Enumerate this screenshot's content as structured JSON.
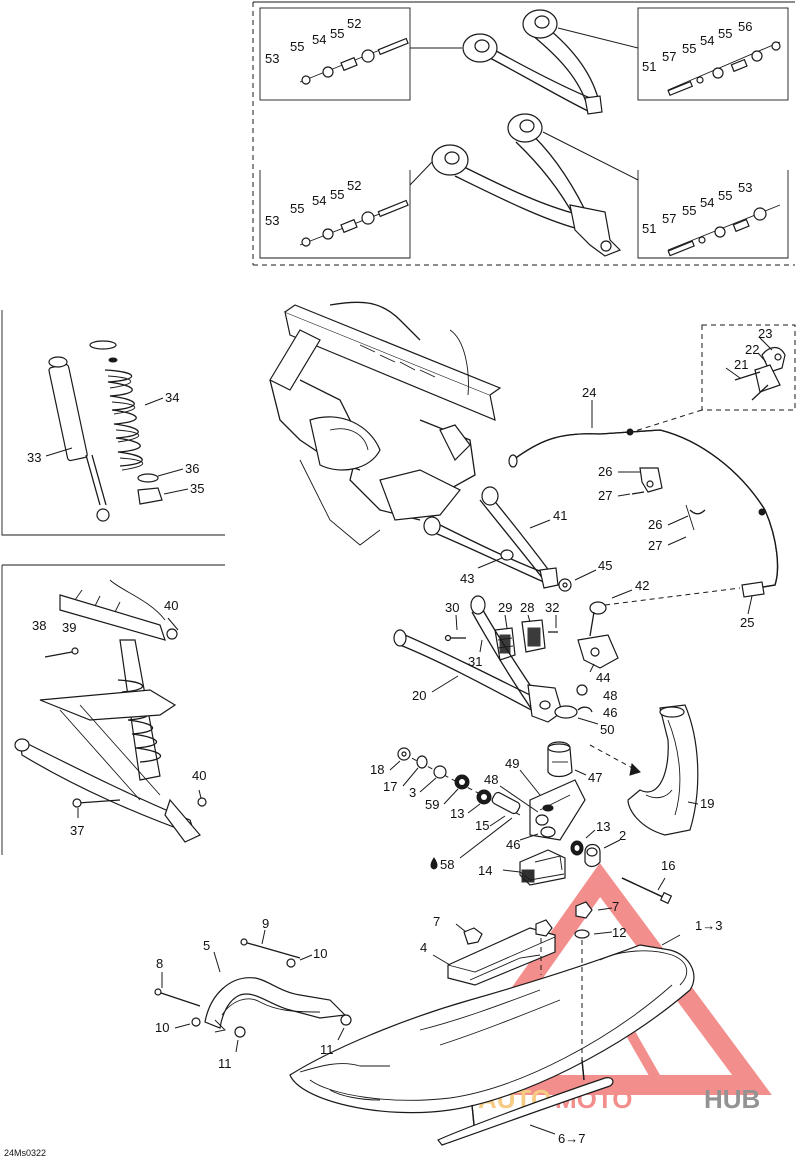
{
  "diagram_code": "24Ms0322",
  "watermark": {
    "text_a": "AUTO",
    "text_b": "MOTO",
    "text_c": "HUB",
    "color_red": "#e8322f",
    "color_orange": "#f0a11f",
    "color_gray": "#3c3c3c"
  },
  "callouts": {
    "inset_top": {
      "upper_left": [
        "53",
        "55",
        "54",
        "55",
        "52"
      ],
      "upper_right": [
        "51",
        "57",
        "55",
        "54",
        "55",
        "56"
      ],
      "lower_left": [
        "53",
        "55",
        "54",
        "55",
        "52"
      ],
      "lower_right": [
        "51",
        "57",
        "55",
        "54",
        "55",
        "53"
      ]
    },
    "inset_shock": [
      "34",
      "33",
      "36",
      "35"
    ],
    "inset_assembly": [
      "40",
      "38",
      "39",
      "40",
      "37"
    ],
    "main": [
      "23",
      "22",
      "21",
      "24",
      "26",
      "27",
      "26",
      "27",
      "41",
      "25",
      "43",
      "45",
      "42",
      "30",
      "29",
      "28",
      "32",
      "31",
      "44",
      "48",
      "46",
      "50",
      "20",
      "19",
      "18",
      "17",
      "3",
      "59",
      "13",
      "47",
      "49",
      "48",
      "15",
      "46",
      "58",
      "13",
      "2",
      "16",
      "14",
      "7",
      "7",
      "12",
      "1→3",
      "4",
      "9",
      "5",
      "10",
      "8",
      "10",
      "11",
      "11",
      "6→7"
    ]
  }
}
